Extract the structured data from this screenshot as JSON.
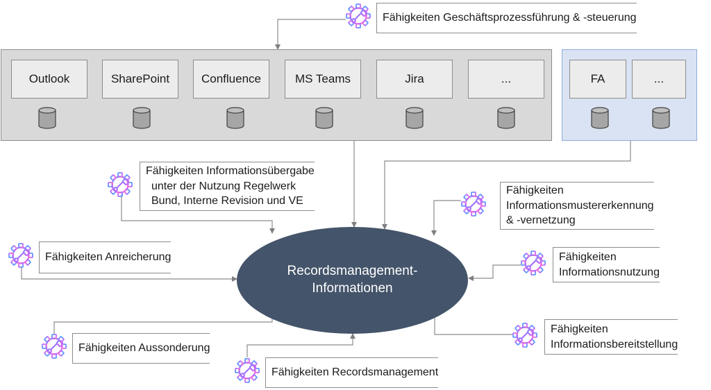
{
  "systems_main": [
    {
      "label": "Outlook"
    },
    {
      "label": "SharePoint"
    },
    {
      "label": "Confluence"
    },
    {
      "label": "MS Teams"
    },
    {
      "label": "Jira"
    },
    {
      "label": "..."
    }
  ],
  "systems_blue": [
    {
      "label": "FA"
    },
    {
      "label": "..."
    }
  ],
  "center": {
    "line1": "Recordsmanagement-",
    "line2": "Informationen"
  },
  "capabilities": {
    "geschaeftsprozess": "Fähigkeiten Geschäftsprozessführung & -steuerung",
    "uebergabe": [
      "Fähigkeiten Informationsübergabe",
      "unter der Nutzung Regelwerk",
      "Bund, Interne Revision und VE"
    ],
    "mustererkennung": [
      "Fähigkeiten",
      "Informationsmustererkennung",
      "& -vernetzung"
    ],
    "anreicherung": "Fähigkeiten Anreicherung",
    "nutzung": [
      "Fähigkeiten",
      "Informationsnutzung"
    ],
    "aussonderung": "Fähigkeiten Aussonderung",
    "bereitstellung": [
      "Fähigkeiten",
      "Informationsbereitstellung"
    ],
    "recordsmanagement": "Fähigkeiten Recordsmanagement"
  },
  "icon": "gear-wrench-icon",
  "colors": {
    "panel_gray": "#d9d9d9",
    "panel_blue": "#dae3f3",
    "ellipse": "#44546a",
    "icon_gradient": [
      "#4ea1ff",
      "#b36bff",
      "#ff6bd3"
    ]
  }
}
